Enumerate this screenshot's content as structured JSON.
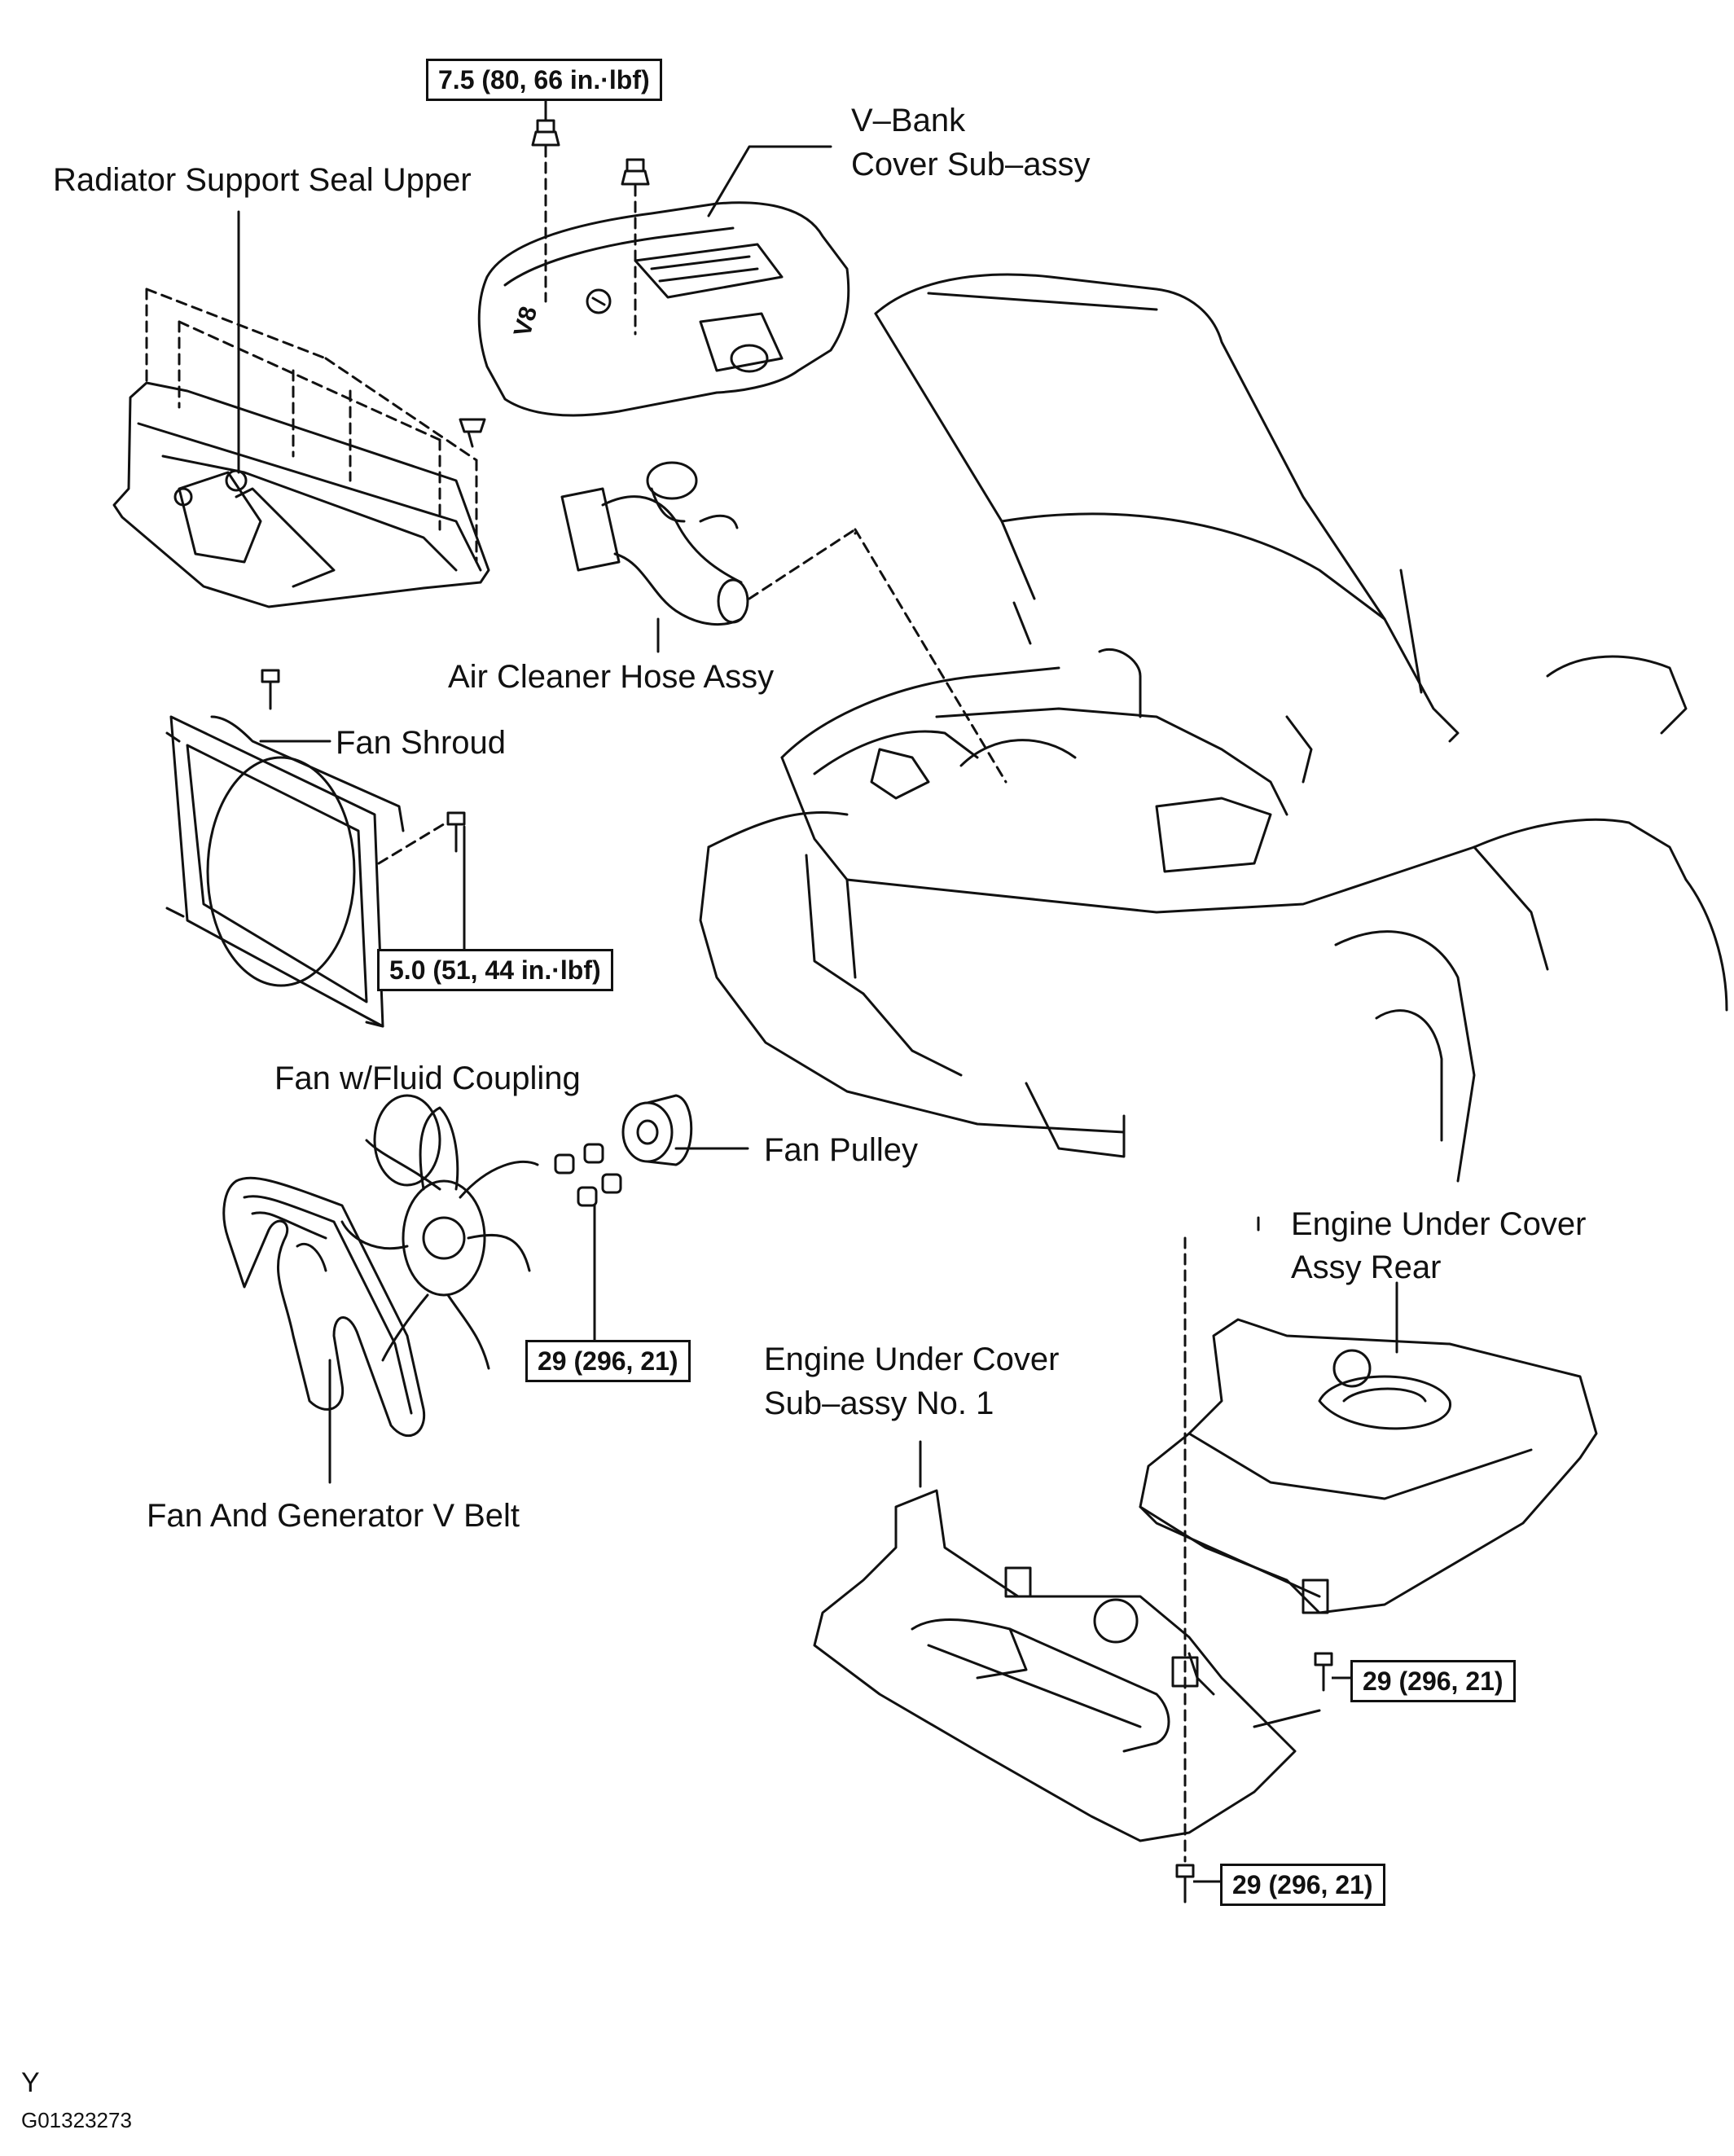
{
  "parts": {
    "v_bank_cover_line1": "V–Bank",
    "v_bank_cover_line2": "Cover Sub–assy",
    "radiator_support_seal": "Radiator Support Seal Upper",
    "air_cleaner_hose": "Air Cleaner Hose Assy",
    "fan_shroud": "Fan Shroud",
    "fan_fluid_coupling": "Fan w/Fluid Coupling",
    "fan_pulley": "Fan Pulley",
    "fan_generator_belt": "Fan And Generator V Belt",
    "under_cover_rear_line1": "Engine Under Cover",
    "under_cover_rear_line2": "Assy Rear",
    "under_cover_no1_line1": "Engine Under Cover",
    "under_cover_no1_line2": "Sub–assy No. 1"
  },
  "torque": {
    "v_bank_nut": "7.5 (80, 66 in.·lbf)",
    "fan_shroud_bolt": "5.0 (51, 44 in.·lbf)",
    "fan_nut": "29 (296, 21)",
    "under_cover_rear_bolt": "29 (296, 21)",
    "under_cover_no1_bolt": "29 (296, 21)"
  },
  "footer": {
    "marker": "Y",
    "code": "G01323273"
  },
  "engine_badge": "V8"
}
